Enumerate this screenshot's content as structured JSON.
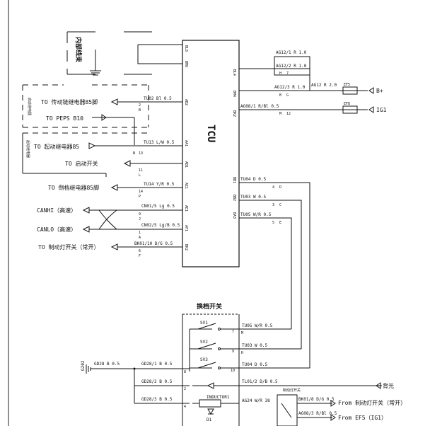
{
  "diagram": {
    "tcu_label": "TCU",
    "harness_label": "内部线束",
    "shift_switch_title": "换档开关",
    "ground_label": "G202",
    "left_signals": [
      {
        "text": "TO 传动链继电器85脚",
        "wire": "TU02 Bl 0.5",
        "pin": "2",
        "letter": "B",
        "tcu_pin": "AB2"
      },
      {
        "text": "TO PEPS B10",
        "wire": "",
        "pin": "",
        "letter": "",
        "tcu_pin": ""
      },
      {
        "text": "TO 起动继电器85",
        "wire": "TU13 L/W 0.5",
        "pin": "13",
        "letter": "N",
        "tcu_pin": "AA1"
      },
      {
        "text": "TO 启动开关",
        "wire": "",
        "pin": "11",
        "letter": "L",
        "tcu_pin": "AB1"
      },
      {
        "text": "TO 倒档继电器85脚",
        "wire": "TU14 Y/R 0.5",
        "pin": "14",
        "letter": "P",
        "tcu_pin": "AE1"
      },
      {
        "text": "CANHI（高速）",
        "wire": "CN01/5 Lg 0.5",
        "pin": "9",
        "letter": "J",
        "tcu_pin": "AE1"
      },
      {
        "text": "CANLO（高速）",
        "wire": "CN02/5 Lg/B 0.5",
        "pin": "1",
        "letter": "A",
        "tcu_pin": "AF1"
      },
      {
        "text": "TO 制动灯开关（常开）",
        "wire": "BK01/10 D/G 0.5",
        "pin": "6",
        "letter": "F",
        "tcu_pin": "BK2"
      }
    ],
    "right_top_wires": [
      {
        "text": "AG12/1 R 1.0"
      },
      {
        "text": "AG12/2 R 1.0"
      },
      {
        "text": "AG12/3 R 1.0"
      },
      {
        "text": "AG12 R 2.0"
      },
      {
        "text": "AG08/1 R/Bl 0.5"
      }
    ],
    "right_top_pins": [
      "BL4",
      "BM4",
      "BK2"
    ],
    "fuse_labels": [
      "EF5",
      "EF8"
    ],
    "fuse_right_labels": [
      "B+",
      "IG1"
    ],
    "tcu_right_wires": [
      {
        "text": "TU04 D 0.5",
        "pin": "4",
        "letter": "D",
        "tcu_pin": "BB1"
      },
      {
        "text": "TU03 W 0.5",
        "pin": "3",
        "letter": "C",
        "tcu_pin": "BB2"
      },
      {
        "text": "TU05 W/R 0.5",
        "pin": "5",
        "letter": "E",
        "tcu_pin": "BA3"
      }
    ],
    "switch": {
      "labels": [
        "SV1",
        "SV2",
        "SV3"
      ],
      "wires": [
        "TU05 W/R 0.5",
        "TU03 W 0.5",
        "TU04 D 0.5"
      ],
      "pins": [
        "7",
        "9",
        "10"
      ],
      "letters": [
        "M",
        "H",
        ""
      ]
    },
    "ground_wires": [
      "GD28 B 0.5",
      "GD28/1 B 0.5",
      "GD28/2 B 0.5",
      "GD28/3 B 0.5"
    ],
    "bottom_wires": [
      "TL01/2 D/B 0.5",
      "AG24 W/R 38",
      "BK01/8 D/G 0.5",
      "AG08/3 R/Bl 0.5"
    ],
    "backlight_label": "背光",
    "inductor_label": "INDUCTOR1",
    "diode_label": "D1",
    "relay_label": "制动灯开关",
    "from_labels": [
      "From 制动灯开关（常开）",
      "From EF5（IG1）"
    ],
    "side_box_texts": [
      "启动继电器",
      "起动继电器"
    ]
  }
}
